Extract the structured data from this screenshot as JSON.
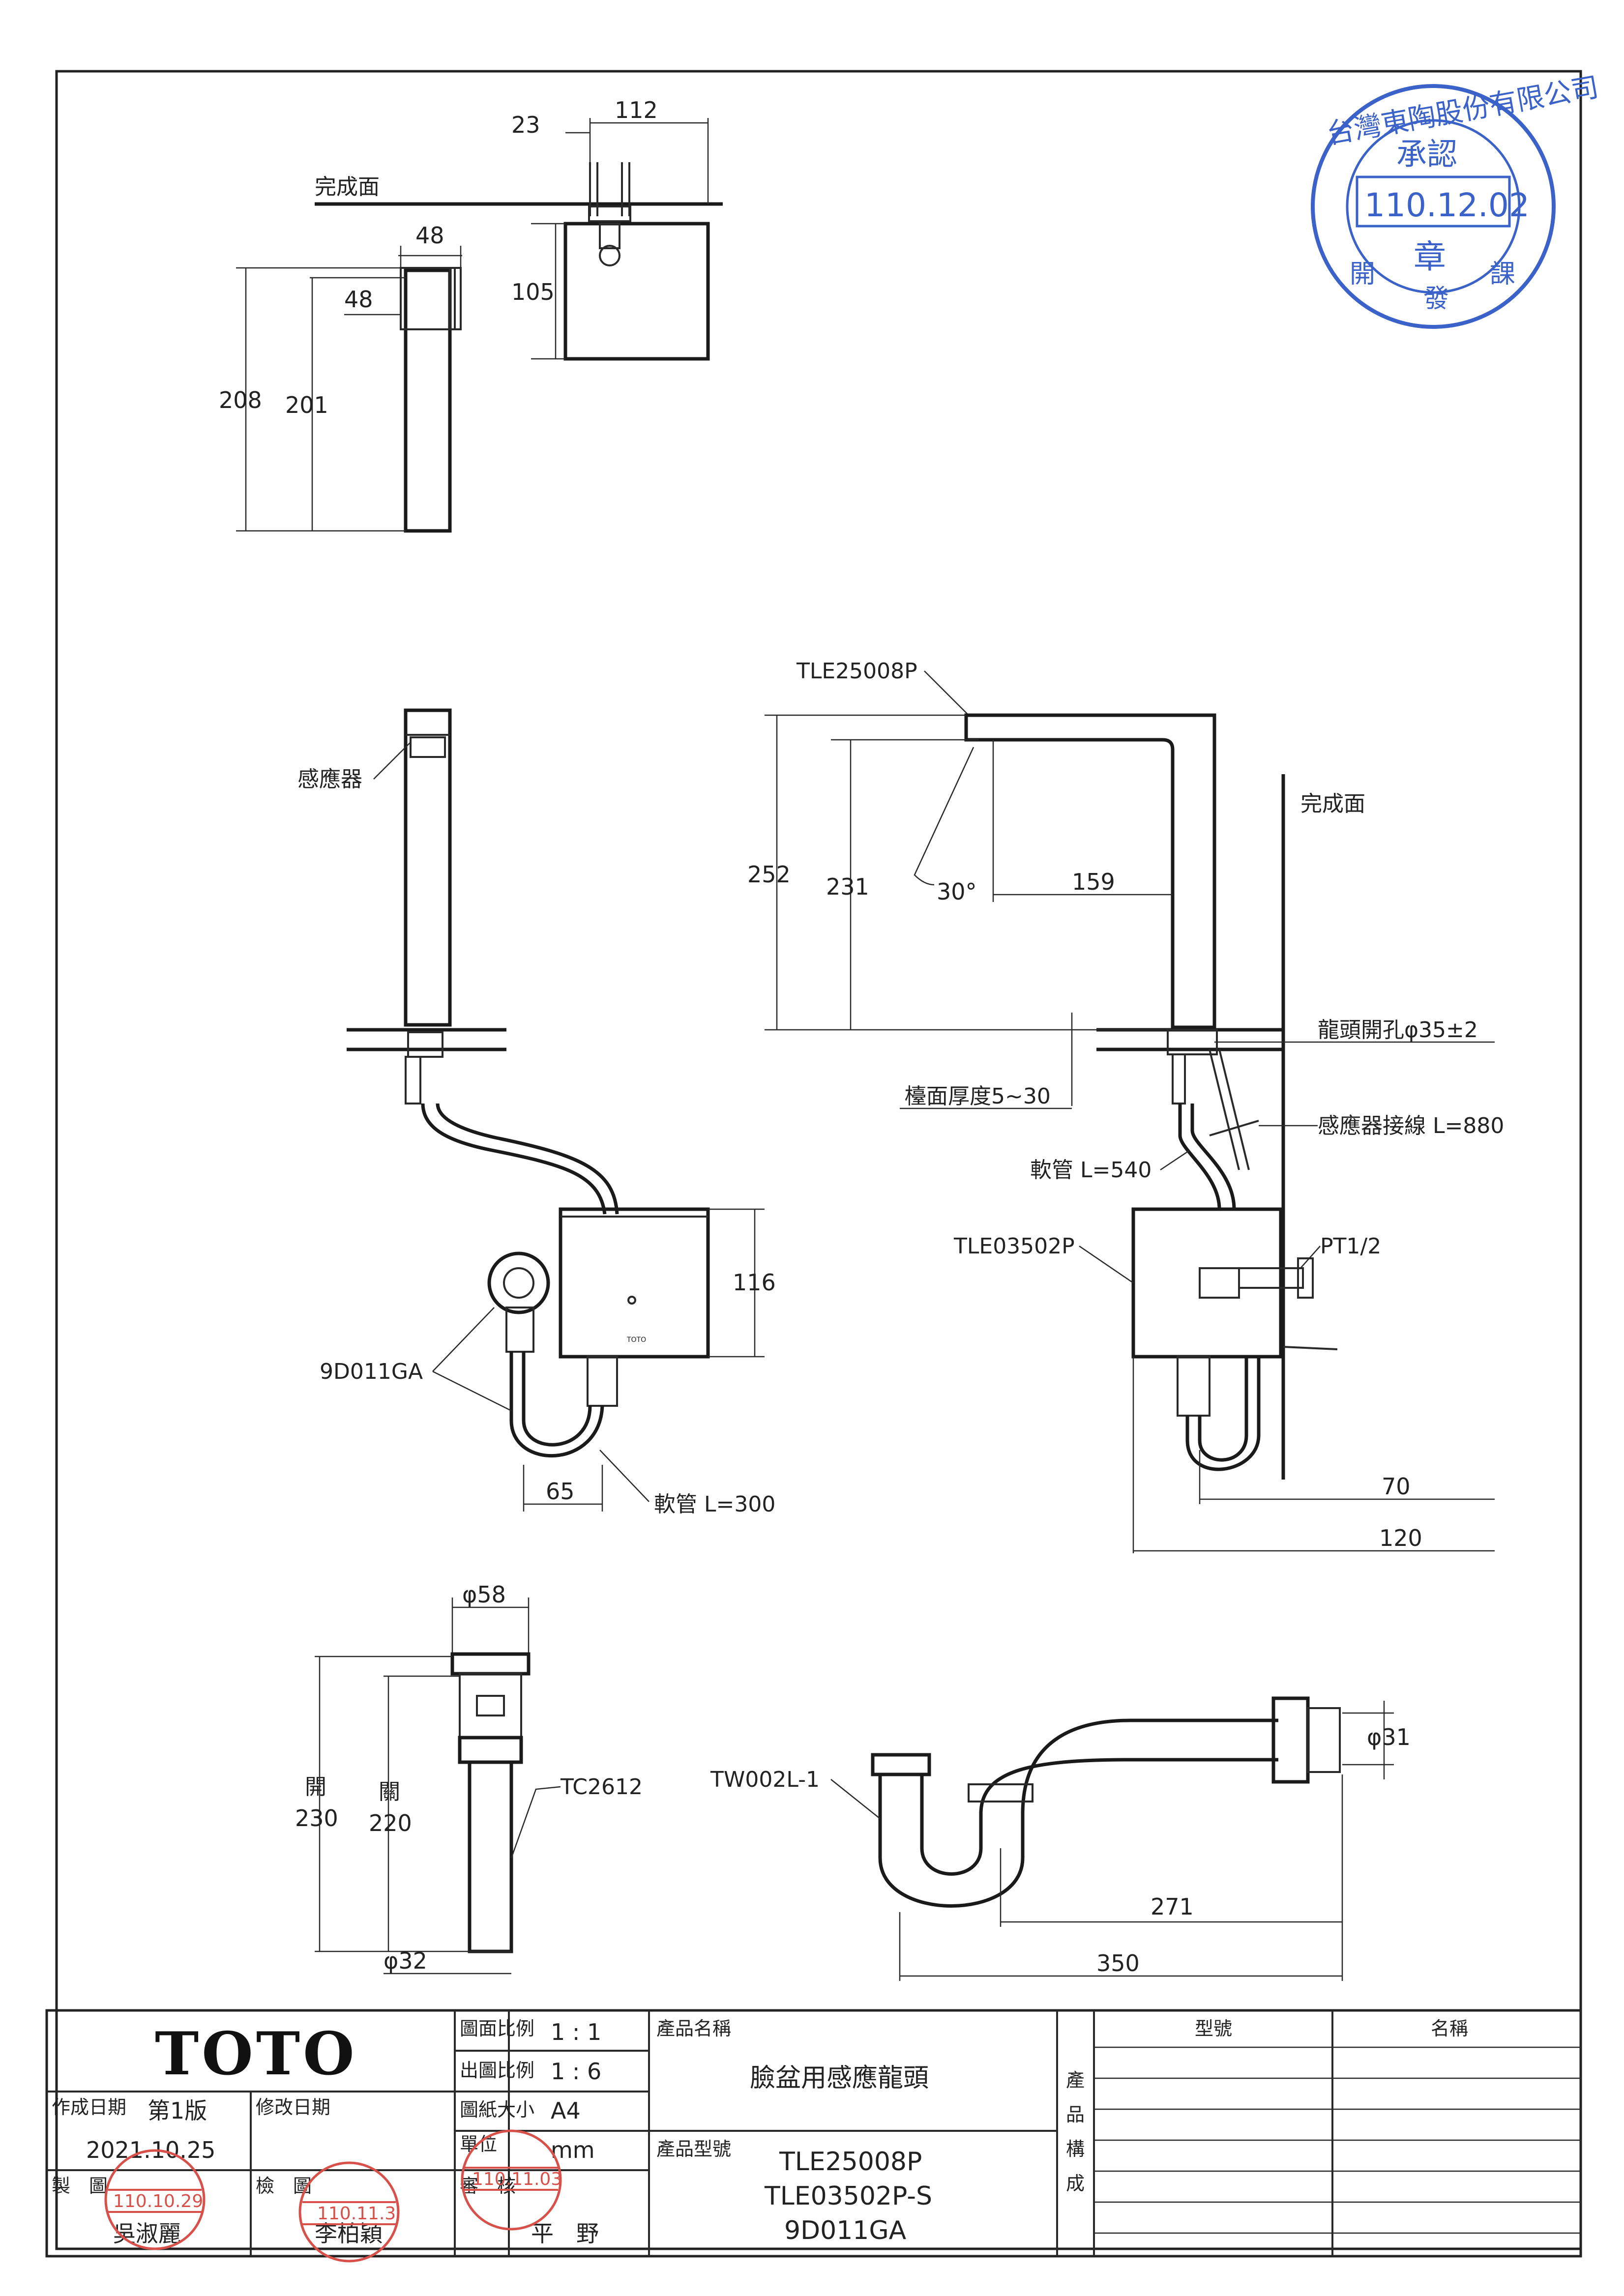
{
  "views": {
    "top_right": {
      "finish_surface": "完成面",
      "dim_23": "23",
      "dim_112": "112",
      "dim_105": "105"
    },
    "top_left": {
      "dim_48_top": "48",
      "dim_48_mid": "48",
      "dim_208": "208",
      "dim_201": "201"
    },
    "left_assembly": {
      "sensor": "感應器",
      "valve": "9D011GA",
      "dim_116": "116",
      "dim_65": "65",
      "hose": "軟管 L=300"
    },
    "right_assembly": {
      "model": "TLE25008P",
      "finish_surface": "完成面",
      "dim_252": "252",
      "dim_231": "231",
      "angle": "30°",
      "dim_159": "159",
      "hole": "龍頭開孔φ35±2",
      "counter": "檯面厚度5~30",
      "sensor_cable": "感應器接線 L=880",
      "hose": "軟管 L=540",
      "box_model": "TLE03502P",
      "thread": "PT1/2",
      "dim_70": "70",
      "dim_120": "120"
    },
    "drain": {
      "dim_58": "φ58",
      "model": "TC2612",
      "open_label": "開",
      "open_val": "230",
      "close_label": "關",
      "close_val": "220",
      "dim_32": "φ32"
    },
    "trap": {
      "model": "TW002L-1",
      "dim_31": "φ31",
      "dim_271": "271",
      "dim_350": "350"
    }
  },
  "title_block": {
    "logo": "TOTO",
    "scale_label": "圖面比例",
    "scale_value": "1 : 1",
    "print_scale_label": "出圖比例",
    "print_scale_value": "1 : 6",
    "paper_label": "圖紙大小",
    "paper_value": "A4",
    "unit_label": "單位",
    "unit_value": "mm",
    "product_name_label": "產品名稱",
    "product_name": "臉盆用感應龍頭",
    "product_model_label": "產品型號",
    "models": [
      "TLE25008P",
      "TLE03502P-S",
      "9D011GA"
    ],
    "created_label": "作成日期",
    "version": "第1版",
    "revised_label": "修改日期",
    "created_date": "2021.10.25",
    "drawn_label": "製　圖",
    "checked_label": "檢　圖",
    "approved_label": "審　核",
    "drawn_by": "吳淑麗",
    "checked_by": "李柏穎",
    "approved_by": "平　野",
    "composition_label": [
      "產",
      "品",
      "構",
      "成"
    ],
    "model_no_header": "型號",
    "name_header": "名稱"
  },
  "stamps": {
    "approval": {
      "company": "台灣東陶股份有限公司",
      "approve": "承認",
      "date": "110.12.02",
      "seal": "章",
      "dept": [
        "開",
        "發",
        "課"
      ]
    },
    "drawn": {
      "date": "110.10.29"
    },
    "checked": {
      "date": "110.11.3"
    },
    "approved": {
      "date": "110.11.03"
    }
  }
}
